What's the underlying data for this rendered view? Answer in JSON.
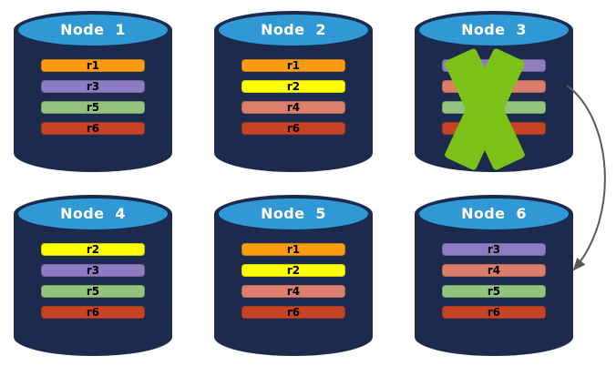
{
  "diagram": {
    "description": "Database cluster replica placement with failed node",
    "failed_node": "Node 3",
    "arrow": {
      "from": "Node 3",
      "to": "Node 6"
    }
  },
  "colors": {
    "cylinder_body": "#1C2A4D",
    "cylinder_cap": "#3099D5",
    "node_label_text": "#FFFFFF",
    "replica_label_text": "#000000",
    "failure_x": "#7CC117",
    "arrow": "#595959",
    "replica_r1": "#FB9C11",
    "replica_r2": "#FFFF00",
    "replica_r3": "#8E7CC3",
    "replica_r4": "#DB7E6B",
    "replica_r5": "#93C47D",
    "replica_r6": "#C64325"
  },
  "nodes": [
    {
      "label": "Node 1",
      "status": "healthy",
      "replicas": [
        {
          "label": "r1",
          "color": "#FB9C11"
        },
        {
          "label": "r3",
          "color": "#8E7CC3"
        },
        {
          "label": "r5",
          "color": "#93C47D"
        },
        {
          "label": "r6",
          "color": "#C64325"
        }
      ]
    },
    {
      "label": "Node 2",
      "status": "healthy",
      "replicas": [
        {
          "label": "r1",
          "color": "#FB9C11"
        },
        {
          "label": "r2",
          "color": "#FFFF00"
        },
        {
          "label": "r4",
          "color": "#DB7E6B"
        },
        {
          "label": "r6",
          "color": "#C64325"
        }
      ]
    },
    {
      "label": "Node 3",
      "status": "failed",
      "replicas": [
        {
          "label": "r3",
          "color": "#8E7CC3"
        },
        {
          "label": "r4",
          "color": "#DB7E6B"
        },
        {
          "label": "r5",
          "color": "#93C47D"
        },
        {
          "label": "r6",
          "color": "#C64325"
        }
      ]
    },
    {
      "label": "Node 4",
      "status": "healthy",
      "replicas": [
        {
          "label": "r2",
          "color": "#FFFF00"
        },
        {
          "label": "r3",
          "color": "#8E7CC3"
        },
        {
          "label": "r5",
          "color": "#93C47D"
        },
        {
          "label": "r6",
          "color": "#C64325"
        }
      ]
    },
    {
      "label": "Node 5",
      "status": "healthy",
      "replicas": [
        {
          "label": "r1",
          "color": "#FB9C11"
        },
        {
          "label": "r2",
          "color": "#FFFF00"
        },
        {
          "label": "r4",
          "color": "#DB7E6B"
        },
        {
          "label": "r6",
          "color": "#C64325"
        }
      ]
    },
    {
      "label": "Node 6",
      "status": "healthy",
      "replicas": [
        {
          "label": "r3",
          "color": "#8E7CC3"
        },
        {
          "label": "r4",
          "color": "#DB7E6B"
        },
        {
          "label": "r5",
          "color": "#93C47D"
        },
        {
          "label": "r6",
          "color": "#C64325"
        }
      ]
    }
  ]
}
